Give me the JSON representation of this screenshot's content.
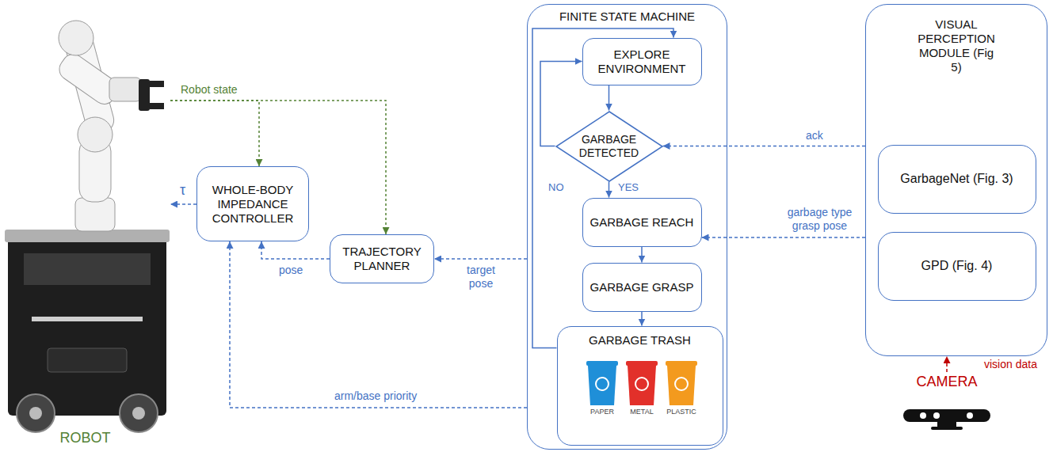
{
  "diagram": {
    "nodes": [
      {
        "text": [
          "ROBOT"
        ]
      },
      {
        "text": [
          "WHOLE-BODY IMPEDANCE CONTROLLER"
        ]
      },
      {
        "text": [
          "TRAJECTORY PLANNER"
        ]
      },
      {
        "text": [
          "FINITE STATE MACHINE"
        ]
      },
      {
        "text": [
          "EXPLORE ENVIRONMENT"
        ],
        "in": 3
      },
      {
        "text": [
          "GARBAGE DETECTED"
        ],
        "in": 3
      },
      {
        "text": [
          "GARBAGE REACH"
        ],
        "in": 3
      },
      {
        "text": [
          "GARBAGE GRASP"
        ],
        "in": 3
      },
      {
        "text": [
          "GARBAGE TRASH"
        ],
        "in": 3
      },
      {
        "text": [
          "VISUAL PERCEPTION MODULE (Fig 5)"
        ]
      },
      {
        "text": [
          "GarbageNet (Fig. 3)"
        ],
        "in": 9
      },
      {
        "text": [
          "GPD (Fig. 4)"
        ],
        "in": 9
      },
      {
        "text": [
          "CAMERA"
        ]
      }
    ],
    "edges": [
      {
        "from": 1,
        "to": 0,
        "label": "τ",
        "arrow": "to"
      },
      {
        "from": 0,
        "to": 1,
        "label": "Robot state",
        "arrow": "to"
      },
      {
        "from": 0,
        "to": 2,
        "arrow": "to"
      },
      {
        "from": 2,
        "to": 1,
        "label": "pose",
        "arrow": "to"
      },
      {
        "from": 3,
        "to": 2,
        "label": "target pose",
        "arrow": "to"
      },
      {
        "from": 3,
        "to": 1,
        "label": "arm/base priority",
        "arrow": "to"
      },
      {
        "from": 4,
        "to": 5,
        "arrow": "to"
      },
      {
        "from": 5,
        "to": 4,
        "label": "NO",
        "arrow": "to"
      },
      {
        "from": 5,
        "to": 6,
        "label": "YES",
        "arrow": "to"
      },
      {
        "from": 6,
        "to": 7,
        "arrow": "to"
      },
      {
        "from": 7,
        "to": 8,
        "arrow": "to"
      },
      {
        "from": 8,
        "to": 4,
        "arrow": "to"
      },
      {
        "from": 9,
        "to": 5,
        "label": "ack",
        "arrow": "to"
      },
      {
        "from": 9,
        "to": 6,
        "label": "garbage type grasp pose",
        "arrow": "to"
      },
      {
        "from": 12,
        "to": 9,
        "label": "vision data",
        "arrow": "to"
      }
    ],
    "labels": [
      "PAPER",
      "METAL",
      "PLASTIC"
    ]
  }
}
